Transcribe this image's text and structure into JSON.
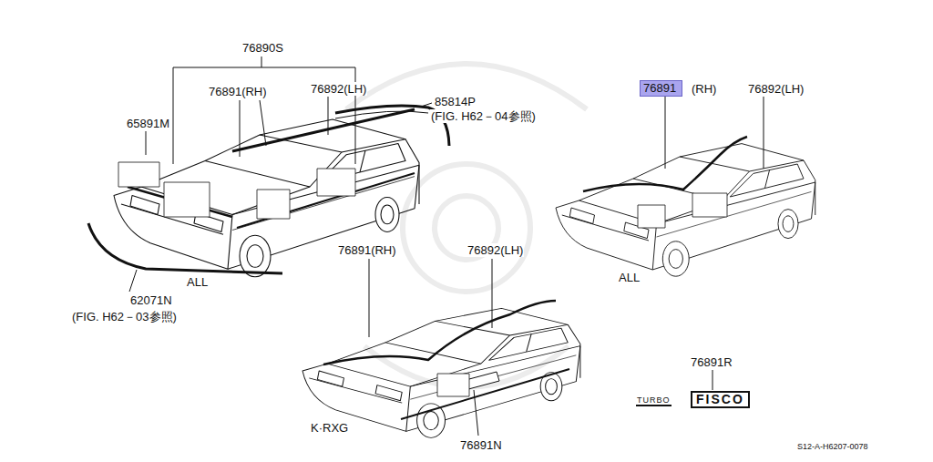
{
  "diagram": {
    "nodes": [
      {
        "text": [
          "76891"
        ]
      }
    ],
    "labels": [
      "76890S",
      "76891(RH)",
      "76892(LH)",
      "65891M",
      "85814P",
      "(FIG. H62－04参照)",
      "(RH)",
      "76892(LH)",
      "ALL",
      "62071N",
      "(FIG. H62－03参照)",
      "ALL",
      "76891(RH)",
      "76892(LH)",
      "76891R",
      "K·RXG",
      "76891N",
      "TURBO",
      "FISCO",
      "S12-A-H6207-0078"
    ]
  }
}
